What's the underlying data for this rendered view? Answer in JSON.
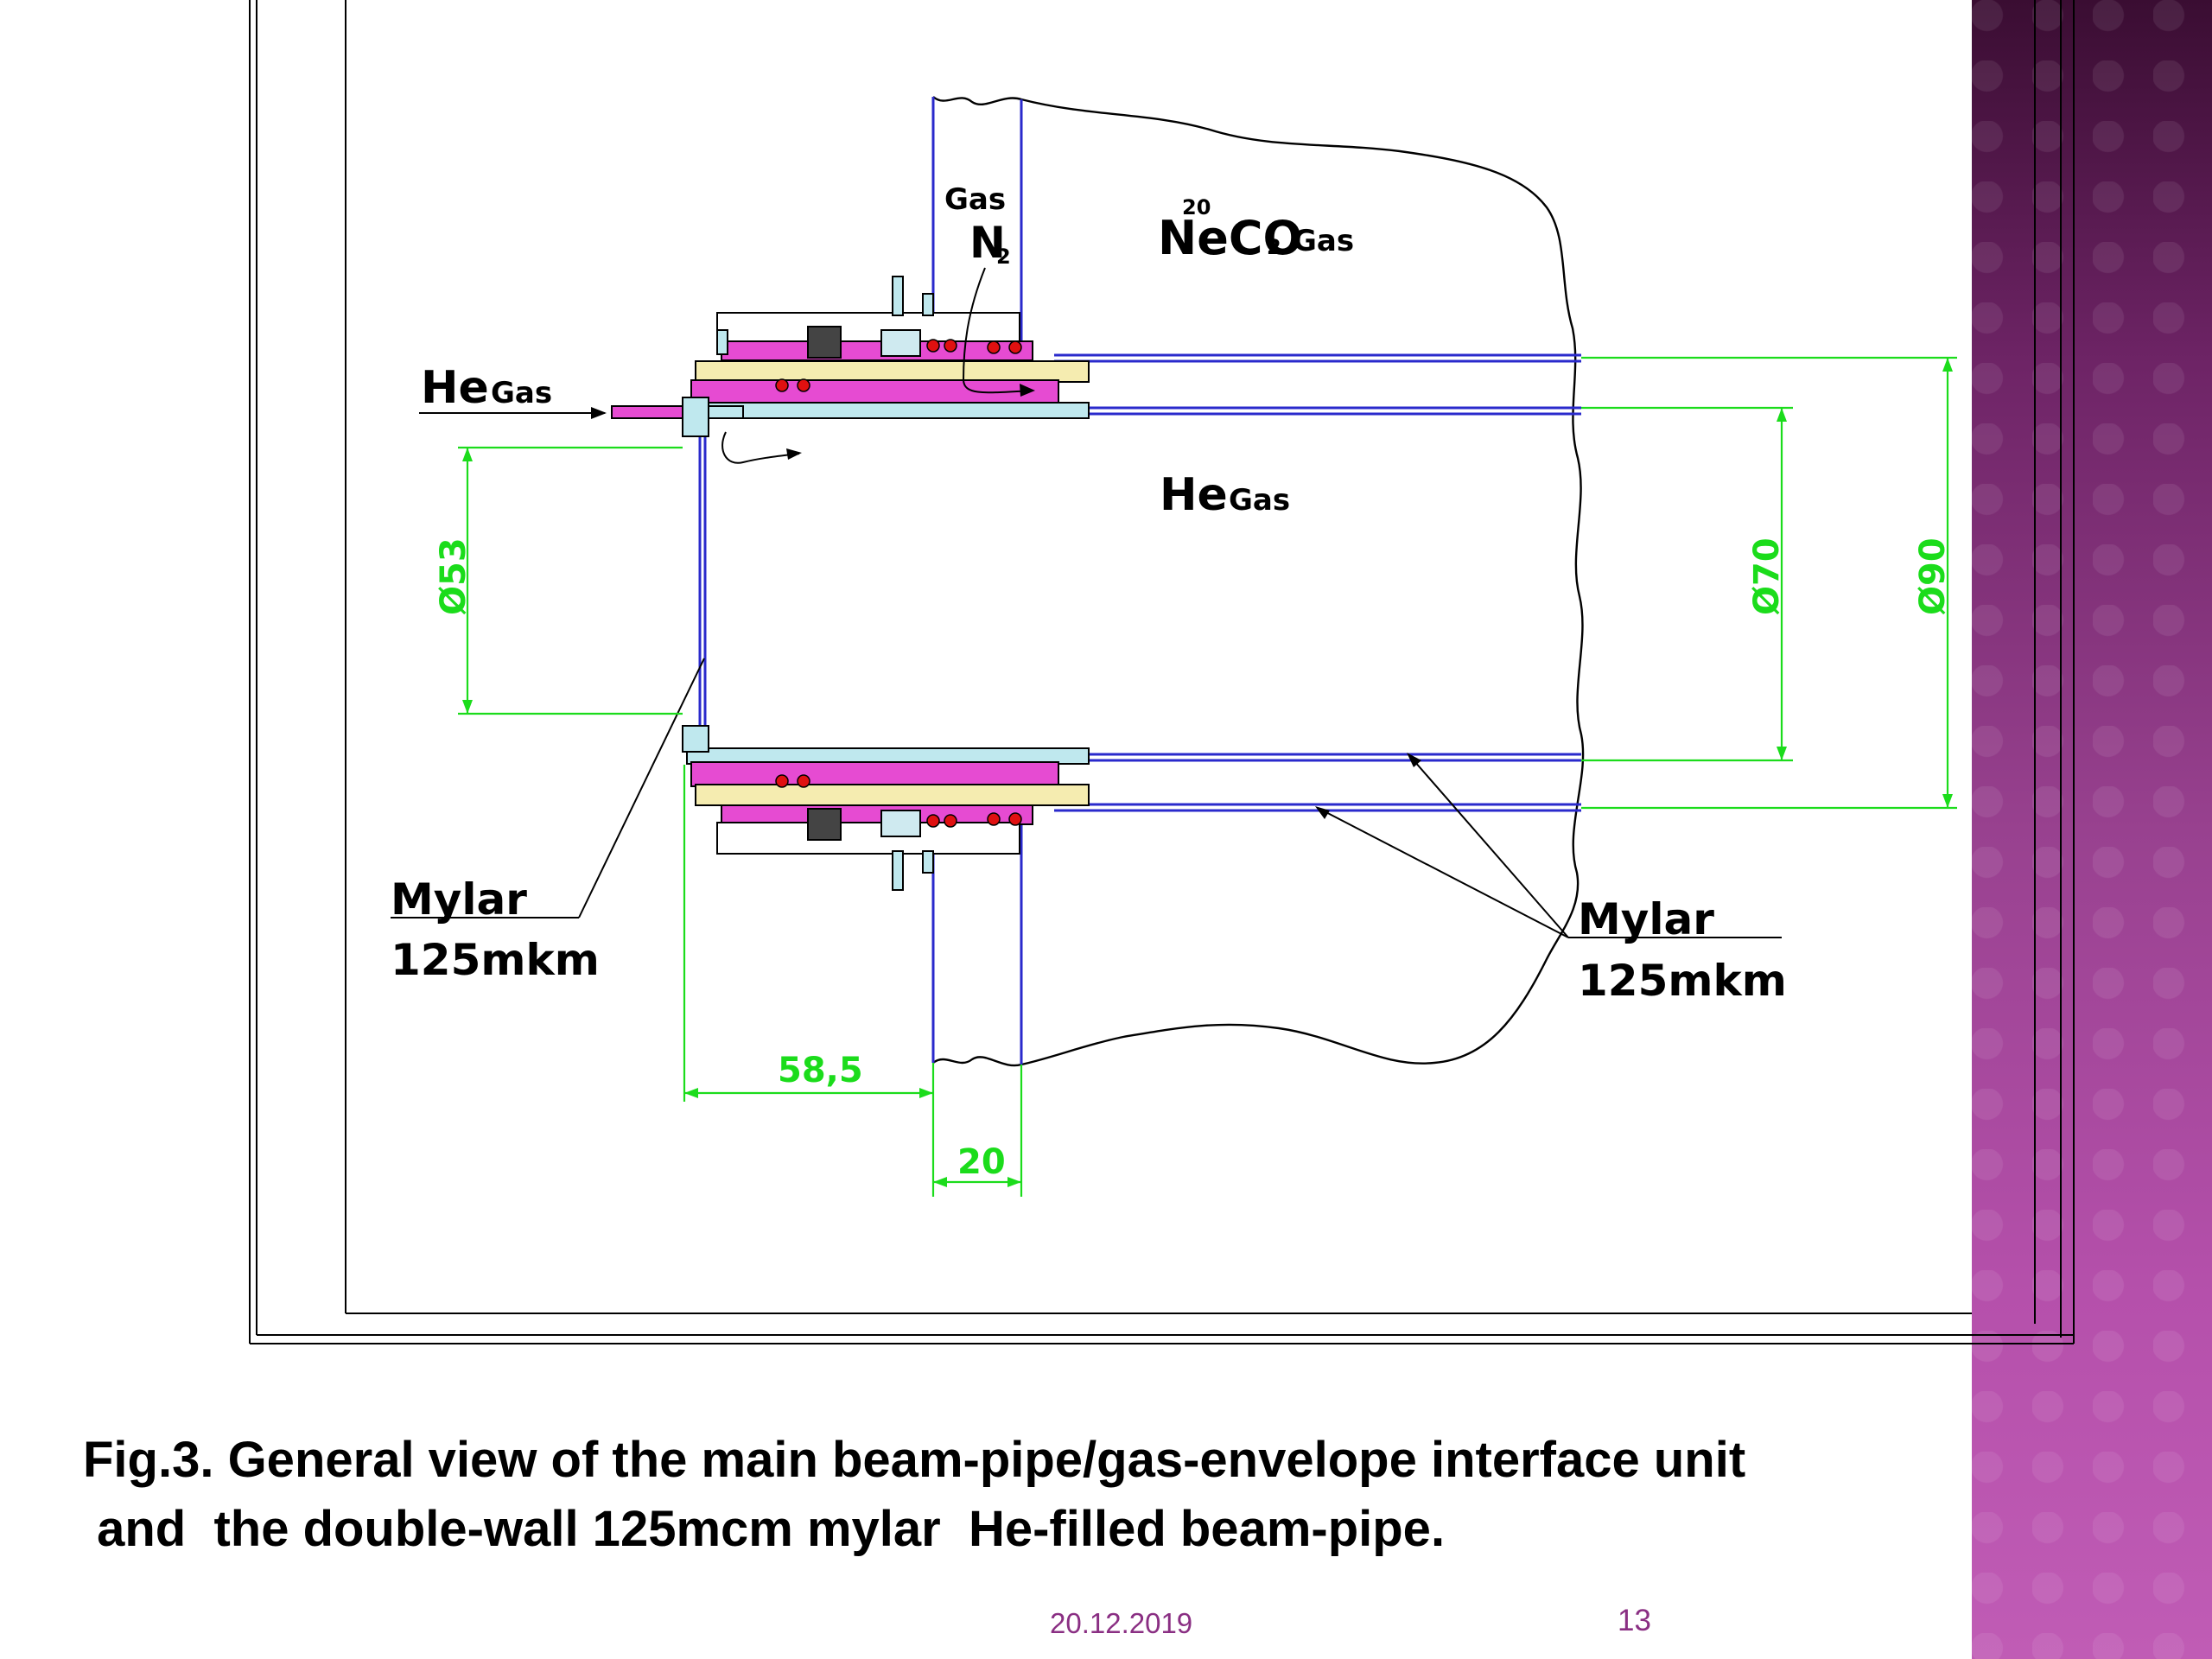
{
  "colors": {
    "accent_band": "#98418f",
    "outline": "#000000",
    "pipe": "#2a2acc",
    "dimension": "#1bdc1b"
  },
  "diagram": {
    "labels": {
      "gas_small_top": "Gas",
      "n2": "N",
      "n2_sub": "2",
      "neco2_super": "20",
      "neco2": "NeCO",
      "neco2_sub": "2",
      "neco2_gas": "Gas",
      "he_left": "He",
      "he_left_gas": "Gas",
      "he_center": "He",
      "he_center_gas": "Gas",
      "mylar_left_1": "Mylar",
      "mylar_left_2": "125mkm",
      "mylar_right_1": "Mylar",
      "mylar_right_2": "125mkm"
    },
    "dimensions": {
      "d53": "Ø53",
      "d70": "Ø70",
      "d90": "Ø90",
      "len_58_5": "58,5",
      "len_20": "20"
    }
  },
  "caption": {
    "line1": "Fig.3. General view of the main beam-pipe/gas-envelope interface unit",
    "line2": " and  the double-wall 125mcm mylar  He-filled beam-pipe."
  },
  "footer": {
    "date": "20.12.2019",
    "page": "13"
  }
}
